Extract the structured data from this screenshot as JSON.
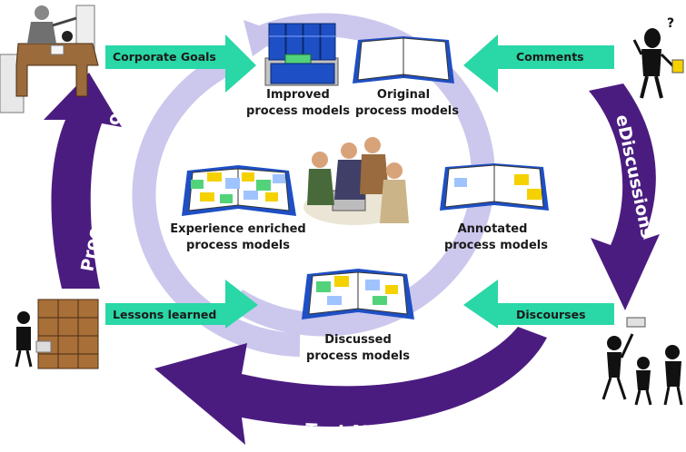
{
  "input_arrows": {
    "corporate_goals": "Corporate Goals",
    "comments": "Comments",
    "lessons_learned": "Lessons learned",
    "discourses": "Discourses"
  },
  "cycle_arrows": {
    "process_evolution": "Process Evolution",
    "ediscussions": "eDiscussions",
    "text_mining": "Text Mining"
  },
  "nodes": {
    "improved": {
      "line1": "Improved",
      "line2": "process models"
    },
    "original": {
      "line1": "Original",
      "line2": "process models"
    },
    "experience": {
      "line1": "Experience enriched",
      "line2": "process models"
    },
    "annotated": {
      "line1": "Annotated",
      "line2": "process models"
    },
    "discussed": {
      "line1": "Discussed",
      "line2": "process models"
    }
  },
  "colors": {
    "purple_arrow": "#4b1c80",
    "green_arrow": "#2ad7a6",
    "cycle_ring": "#c9c4ec",
    "book_blue": "#1e4fc4"
  },
  "icons": [
    "office-worker-icon",
    "thinking-person-icon",
    "filing-cabinet-icon",
    "arguing-people-icon",
    "binders-icon",
    "open-book-icon",
    "meeting-people-icon"
  ]
}
